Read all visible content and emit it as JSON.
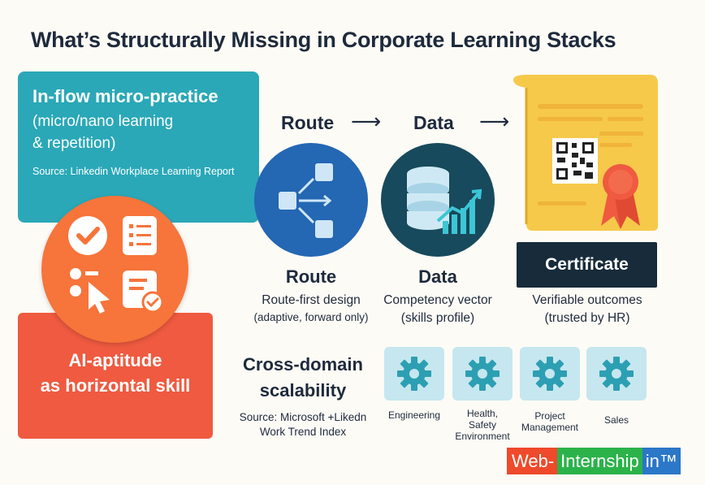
{
  "title": "What’s Structurally Missing in Corporate Learning Stacks",
  "micro_practice": {
    "heading": "In-flow micro-practice",
    "line1": "(micro/nano learning",
    "line2": "& repetition)",
    "source": "Source: Linkedin Workplace Learning Report"
  },
  "ai_aptitude": {
    "line1": "AI-aptitude",
    "line2": "as horizontal skill"
  },
  "flow": {
    "label_route": "Route",
    "label_data": "Data",
    "arrow1": "⟶",
    "arrow2": "⟶"
  },
  "route": {
    "title": "Route",
    "desc": "Route-first design",
    "note": "(adaptive, forward only)"
  },
  "data": {
    "title": "Data",
    "desc": "Competency vector",
    "note": "(skills profile)"
  },
  "certificate": {
    "title": "Certificate",
    "desc": "Verifiable outcomes",
    "note": "(trusted by HR)"
  },
  "cross_domain": {
    "line1": "Cross-domain",
    "line2": "scalability",
    "source_line1": "Source: Microsoft +Likedn",
    "source_line2": "Work Trend Index"
  },
  "domains": [
    {
      "line1": "Engineering",
      "line2": "",
      "line3": ""
    },
    {
      "line1": "Health,",
      "line2": "Safety",
      "line3": "Environment"
    },
    {
      "line1": "Project",
      "line2": "Management",
      "line3": ""
    },
    {
      "line1": "Sales",
      "line2": "",
      "line3": ""
    }
  ],
  "logo": {
    "part1": "Web-",
    "part2": "Internship",
    "part3": "in™"
  },
  "colors": {
    "teal": "#2aa8b8",
    "red": "#ef5a40",
    "orange": "#f7743a",
    "route_blue": "#2467b3",
    "data_navy": "#174a5c",
    "certificate_gold": "#f6c94a",
    "banner_dark": "#172b3a",
    "gear": "#2d9fb3"
  }
}
